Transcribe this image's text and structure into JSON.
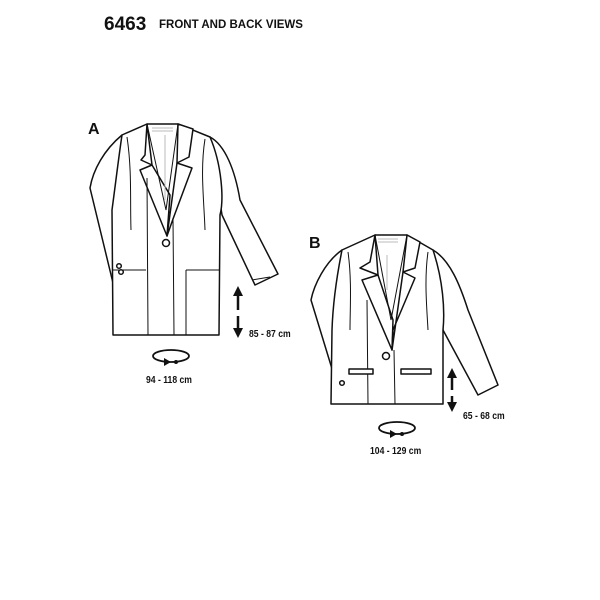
{
  "header": {
    "pattern_number": "6463",
    "title": "FRONT AND BACK VIEWS"
  },
  "views": [
    {
      "label": "A",
      "length": "85 - 87 cm",
      "circumference": "94 - 118 cm"
    },
    {
      "label": "B",
      "length": "65 - 68 cm",
      "circumference": "104 - 129 cm"
    }
  ],
  "colors": {
    "line": "#111111",
    "background": "#ffffff"
  }
}
